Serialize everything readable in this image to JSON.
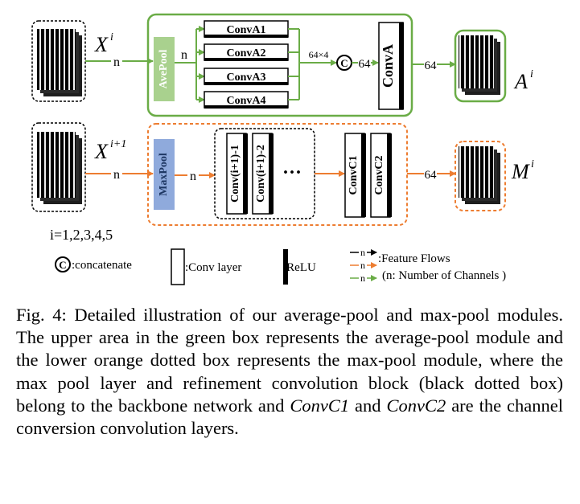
{
  "diagram": {
    "inputs": {
      "avg_input": "X",
      "avg_input_sup": "i",
      "max_input": "X",
      "max_input_sup": "i+1",
      "avg_output": "A",
      "avg_output_sup": "i",
      "max_output": "M",
      "max_output_sup": "i"
    },
    "avg_module": {
      "pool_label": "AvePool",
      "branches": [
        "ConvA1",
        "ConvA2",
        "ConvA3",
        "ConvA4"
      ],
      "concat_channels": "64×4",
      "concat_symbol": "C",
      "conv_label": "ConvA",
      "flow_n_in": "n",
      "flow_n_pool": "n",
      "flow_64_a": "64",
      "flow_64_b": "64"
    },
    "max_module": {
      "pool_label": "MaxPool",
      "refine_convs": [
        "Conv(i+1)-1",
        "Conv(i+1)-2"
      ],
      "ellipsis": "···",
      "channel_convs": [
        "ConvC1",
        "ConvC2"
      ],
      "flow_n_in": "n",
      "flow_n_pool": "n",
      "flow_64": "64"
    },
    "legend": {
      "index_range": "i=1,2,3,4,5",
      "concat_symbol": "C",
      "concat_label": ":concatenate",
      "conv_label": ":Conv layer",
      "relu_label": ":ReLU",
      "flow_n": "n",
      "flow_label": ":Feature Flows",
      "channels_label": "(n: Number of Channels )"
    },
    "colors": {
      "green": "#6aac46",
      "orange": "#ed7d31",
      "avepool_fill": "#a9d18e",
      "maxpool_fill": "#8faadc"
    }
  },
  "caption": {
    "prefix": "Fig. 4: Detailed illustration of our average-pool and max-pool modules. The upper area in the green box represents the average-pool module and the lower orange dotted box represents the max-pool module, where the max pool layer and refinement convolution block (black dotted box) belong to the backbone network and ",
    "em1": "ConvC1",
    "middle": " and ",
    "em2": "ConvC2",
    "suffix": " are the channel conversion convolution layers."
  }
}
